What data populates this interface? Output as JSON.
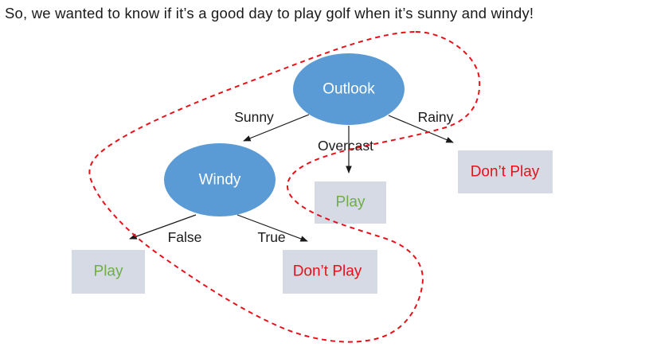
{
  "headline": "So, we wanted to know if it’s a good day to play golf when it’s sunny and windy!",
  "colors": {
    "node_fill": "#5b9bd5",
    "node_text": "#ffffff",
    "leaf_fill": "#d6dae4",
    "play_text": "#70ad47",
    "dont_play_text": "#e8111a",
    "highlight_path": "#e8111a",
    "edge": "#1a1a1a"
  },
  "tree": {
    "root": "Outlook",
    "branches": {
      "sunny": "Sunny",
      "overcast": "Overcast",
      "rainy": "Rainy"
    },
    "windy_node": "Windy",
    "windy_branches": {
      "false": "False",
      "true": "True"
    },
    "leaves": {
      "overcast_play": "Play",
      "rainy_dont_play": "Don’t Play",
      "false_play": "Play",
      "true_dont_play": "Don’t Play"
    }
  },
  "highlight": "dashed-outline"
}
